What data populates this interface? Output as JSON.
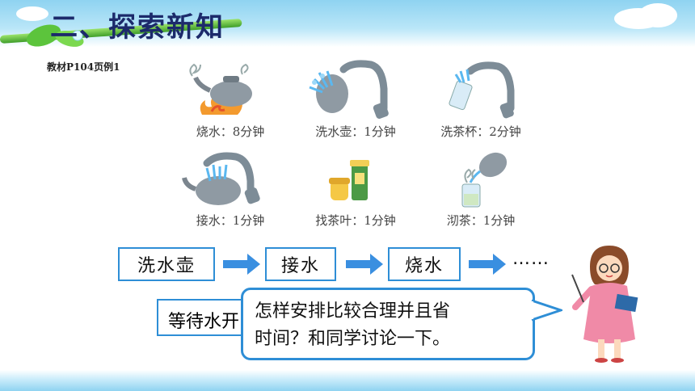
{
  "header": {
    "title": "二、探索新知",
    "subtitle": "教材P104页例1"
  },
  "steps": [
    {
      "caption": "烧水：8分钟",
      "icon": "kettle-on-fire-icon"
    },
    {
      "caption": "洗水壶：1分钟",
      "icon": "wash-kettle-icon"
    },
    {
      "caption": "洗茶杯：2分钟",
      "icon": "wash-cup-icon"
    },
    {
      "caption": "接水：1分钟",
      "icon": "fill-kettle-icon"
    },
    {
      "caption": "找茶叶：1分钟",
      "icon": "tea-jars-icon"
    },
    {
      "caption": "沏茶：1分钟",
      "icon": "brew-tea-icon"
    }
  ],
  "flow": {
    "boxes": [
      "洗水壶",
      "接水",
      "烧水"
    ],
    "ellipsis": "……",
    "wait_label": "等待水开"
  },
  "speech": {
    "line1": "怎样安排比较合理并且省",
    "line2": "时间？和同学讨论一下。"
  },
  "colors": {
    "accent": "#2e8ed6",
    "title": "#1c2a6b",
    "arrow": "#3a8fe0"
  }
}
